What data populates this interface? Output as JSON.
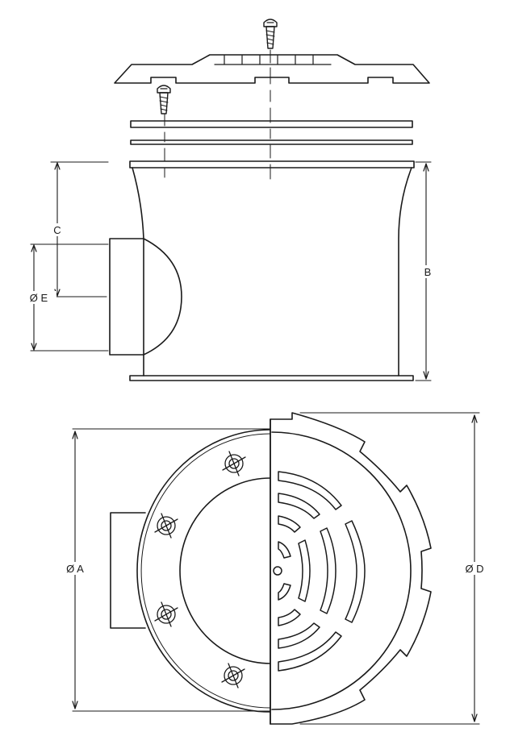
{
  "labels": {
    "dim_a": "Ø A",
    "dim_b": "B",
    "dim_c": "C",
    "dim_d": "Ø D",
    "dim_e": "Ø E"
  },
  "colors": {
    "stroke": "#1a1a1a",
    "background": "#ffffff"
  }
}
